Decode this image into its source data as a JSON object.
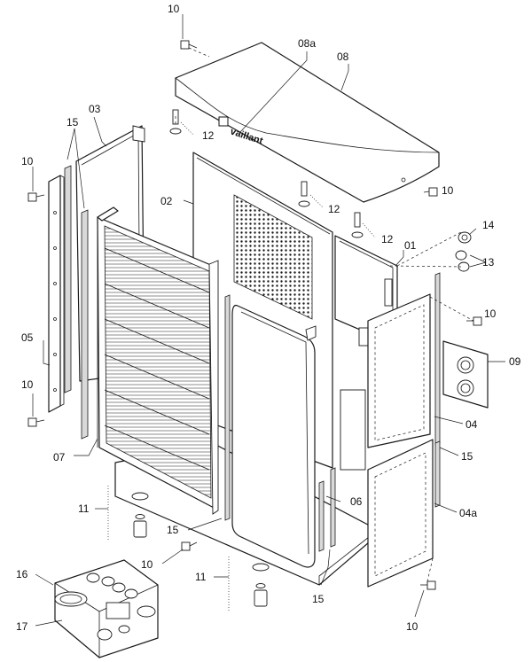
{
  "brand": {
    "logo_text": "vaillant"
  },
  "labels": {
    "l_10_top": "10",
    "l_08a": "08a",
    "l_08": "08",
    "l_03": "03",
    "l_15_top": "15",
    "l_12_a": "12",
    "l_10_left_top": "10",
    "l_02": "02",
    "l_12_b": "12",
    "l_10_right_top": "10",
    "l_14": "14",
    "l_12_c": "12",
    "l_01": "01",
    "l_13": "13",
    "l_05": "05",
    "l_10_right_mid": "10",
    "l_10_left_bottom": "10",
    "l_09": "09",
    "l_04": "04",
    "l_07": "07",
    "l_15_right": "15",
    "l_06": "06",
    "l_11_left": "11",
    "l_04a": "04a",
    "l_15_bottom_mid": "15",
    "l_10_bottom_mid": "10",
    "l_16": "16",
    "l_11_right": "11",
    "l_15_bottom_right": "15",
    "l_17": "17",
    "l_10_bottom_right": "10"
  }
}
